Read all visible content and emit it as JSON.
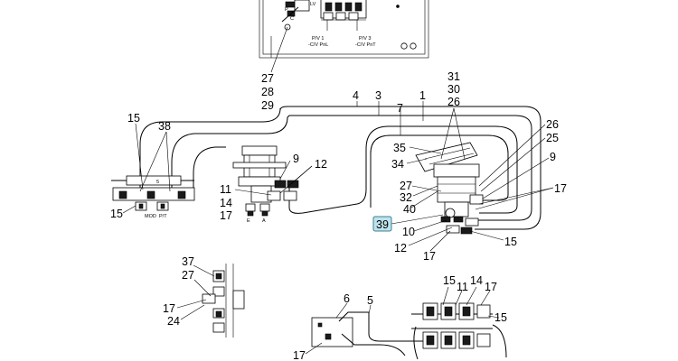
{
  "callouts": {
    "c27a": "27",
    "c28": "28",
    "c29": "29",
    "c4": "4",
    "c3": "3",
    "c1": "1",
    "c7": "7",
    "c31": "31",
    "c30": "30",
    "c26a": "26",
    "c15a": "15",
    "c38": "38",
    "c15b": "15",
    "c9a": "9",
    "c12a": "12",
    "c11": "11",
    "c14a": "14",
    "c17a": "17",
    "c26b": "26",
    "c25": "25",
    "c35": "35",
    "c34": "34",
    "c9b": "9",
    "c27b": "27",
    "c32": "32",
    "c40": "40",
    "c17b": "17",
    "c10": "10",
    "c12b": "12",
    "c17c": "17",
    "c15c": "15",
    "c37": "37",
    "c27c": "27",
    "c17d": "17",
    "c24": "24",
    "c6": "6",
    "c5": "5",
    "c17e": "17",
    "c15d": "15",
    "c11b": "11",
    "c14b": "14",
    "c17f": "17",
    "c15e": "15"
  },
  "badge": "39",
  "labels": {
    "pv1_line1": "P/V 1",
    "pv1_line2": "-C/V PnL",
    "pv3_line1": "P/V 3",
    "pv3_line2": "-C/V PnT"
  },
  "colors": {
    "badge_fill": "#bfe3ec",
    "badge_border": "#3c7f93",
    "ink": "#000000"
  }
}
